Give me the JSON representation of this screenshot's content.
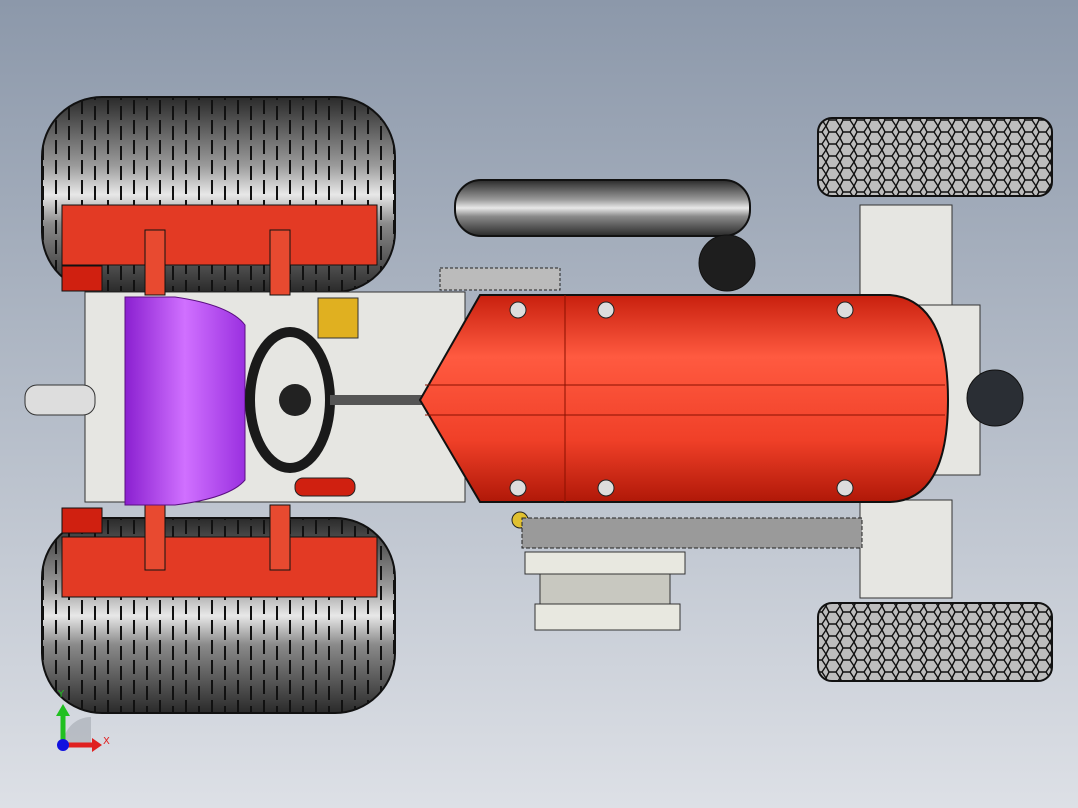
{
  "viewport": {
    "model": "tractor-assembly-top-view",
    "background_top": "#8c98aa",
    "background_bottom": "#dde0e6",
    "colors": {
      "body_red": "#e8321e",
      "seat_purple": "#b44cf0",
      "tire": "#3a3a3a",
      "frame": "#e6e6e2",
      "accent_yellow": "#e0b020",
      "accent_blue": "#2a8ae0"
    }
  },
  "triad": {
    "x_label": "X",
    "y_label": "Y",
    "x_color": "#e02020",
    "y_color": "#20c020",
    "z_color": "#1010e0"
  }
}
